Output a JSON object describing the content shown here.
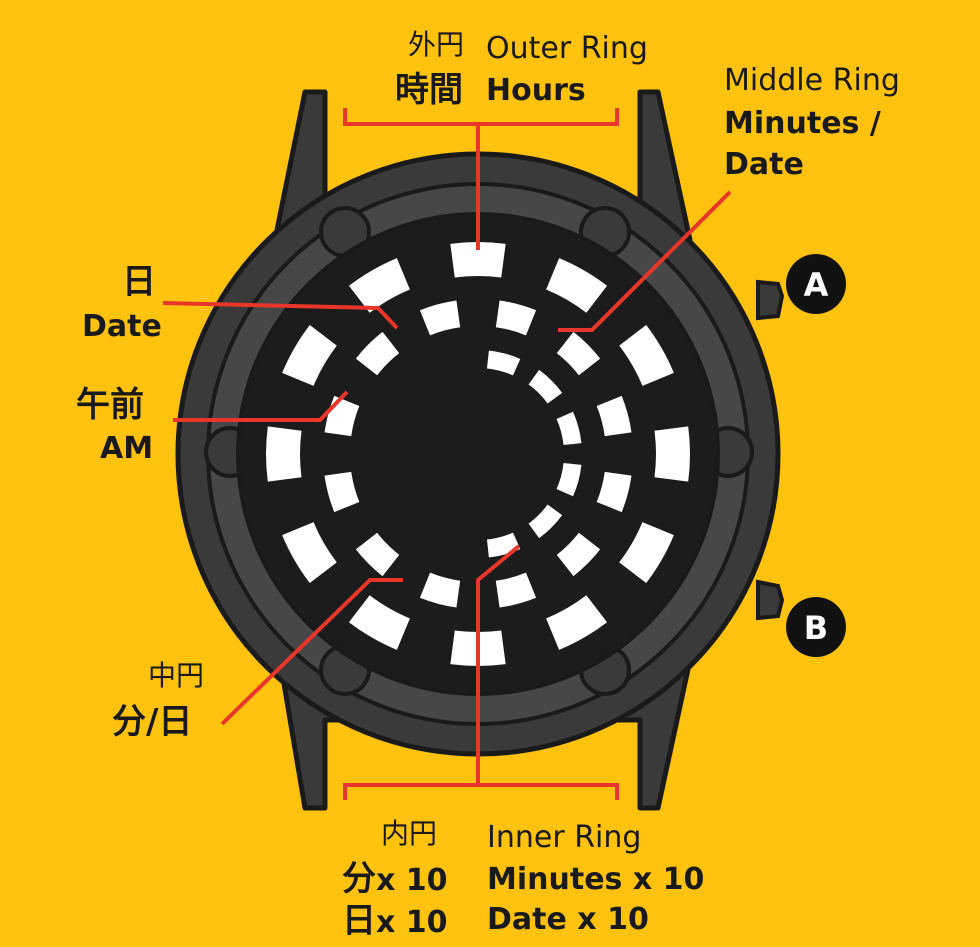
{
  "outer_ring": {
    "jp_small": "外円",
    "en_small": "Outer Ring",
    "jp_big": "時間",
    "en_big": "Hours"
  },
  "middle_ring": {
    "en_small": "Middle Ring",
    "en_big_1": "Minutes /",
    "en_big_2": "Date"
  },
  "date_label": {
    "jp": "日",
    "en": "Date"
  },
  "am_label": {
    "jp": "午前",
    "en": "AM"
  },
  "middle_ring_jp": {
    "jp_small": "中円",
    "jp_big": "分/日"
  },
  "inner_ring": {
    "jp_small": "内円",
    "en_small": "Inner Ring",
    "jp_line_1_char": "分",
    "jp_line_1_mult": "x 10",
    "jp_line_2_char": "日",
    "jp_line_2_mult": "x 10",
    "en_big_1": "Minutes x 10",
    "en_big_2": "Date x 10"
  },
  "buttons": {
    "a": "A",
    "b": "B"
  },
  "colors": {
    "background": "#FFC20E",
    "watch_case": "#3a3a3a",
    "dial": "#1c1c1c",
    "segment": "#ffffff",
    "leader": "#e8362b"
  }
}
